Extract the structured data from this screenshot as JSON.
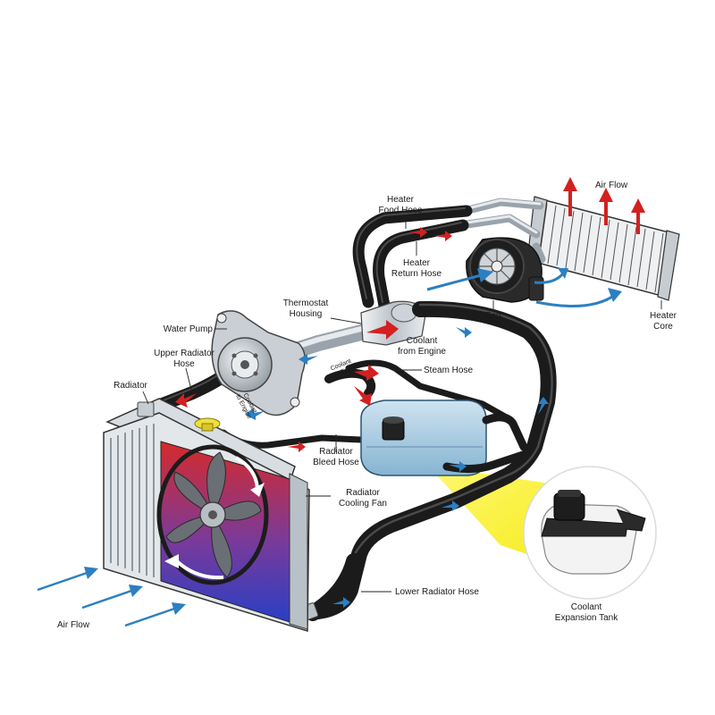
{
  "labels": {
    "heater_food_hose": [
      "Heater",
      "Food Hose"
    ],
    "air_flow_top": "Air Flow",
    "heater_return_hose": [
      "Heater",
      "Return Hose"
    ],
    "thermostat_housing": [
      "Thermostat",
      "Housing"
    ],
    "water_pump": "Water Pump",
    "upper_radiator_hose": [
      "Upper Radiator",
      "Hose"
    ],
    "radiator": "Radiator",
    "coolant_to_engine_small": [
      "Coolant",
      "to Engine"
    ],
    "coolant_from_engine_small": [
      "Coolant",
      "from Engine"
    ],
    "coolant_from_engine": [
      "Coolant",
      "from Engine"
    ],
    "steam_hose": "Steam Hose",
    "fan": "Fan",
    "heater_core": [
      "Heater",
      "Core"
    ],
    "radiator_bleed_hose": [
      "Radiator",
      "Bleed Hose"
    ],
    "radiator_cooling_fan": [
      "Radiator",
      "Cooling Fan"
    ],
    "lower_radiator_hose": "Lower Radiator Hose",
    "coolant_expansion_tank": [
      "Coolant",
      "Expansion Tank"
    ],
    "air_flow_bottom": "Air Flow"
  },
  "colors": {
    "hot": "#d32020",
    "cold": "#2d7fc1",
    "hose": "#1b1b1b",
    "callout": "#f5ef1a",
    "tank": "#a9cde3"
  }
}
